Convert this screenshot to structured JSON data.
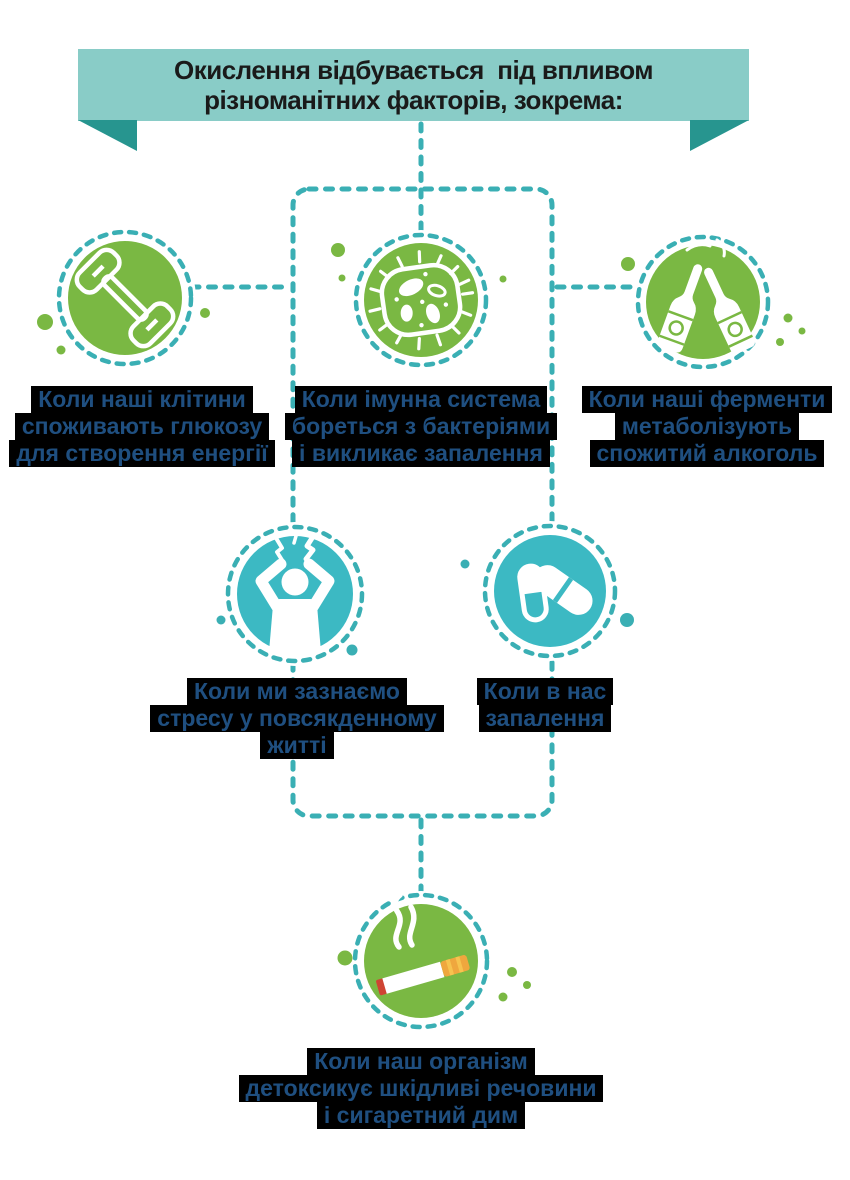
{
  "banner": {
    "line1": "Окислення відбувається  під впливом",
    "line2": "різноманітних факторів, зокрема:"
  },
  "factors": [
    {
      "id": "glucose",
      "icon": "dumbbell-icon",
      "circle_color": "#7ab843",
      "lines": [
        "Коли наші клітини",
        "споживають глюкозу",
        "для створення енергії"
      ]
    },
    {
      "id": "immune",
      "icon": "bacteria-icon",
      "circle_color": "#7ab843",
      "lines": [
        "Коли імунна система",
        "бореться з бактеріями",
        "і викликає запалення"
      ]
    },
    {
      "id": "alcohol",
      "icon": "bottles-icon",
      "circle_color": "#7ab843",
      "lines": [
        "Коли наші ферменти",
        "метаболізують",
        "спожитий алкоголь"
      ]
    },
    {
      "id": "stress",
      "icon": "stressed-person-icon",
      "circle_color": "#3cb9c3",
      "lines": [
        "Коли ми зазнаємо",
        "стресу у повсякденному",
        "житті"
      ]
    },
    {
      "id": "inflammation",
      "icon": "pills-icon",
      "circle_color": "#3cb9c3",
      "lines": [
        "Коли в нас",
        "запалення"
      ]
    },
    {
      "id": "smoke",
      "icon": "cigarette-icon",
      "circle_color": "#7ab843",
      "lines": [
        "Коли наш організм",
        "детоксикує шкідливі речовини",
        "і сигаретний дим"
      ]
    }
  ],
  "palette": {
    "banner_band": "#89ccc7",
    "banner_fold": "#27958f",
    "dashed_line_teal": "#3aafb4",
    "circle_green": "#7ab843",
    "circle_teal": "#3cb9c3",
    "label_text_blue": "#1f4f80",
    "label_highlight": "#000000",
    "heading_text": "#1a1a1a"
  }
}
